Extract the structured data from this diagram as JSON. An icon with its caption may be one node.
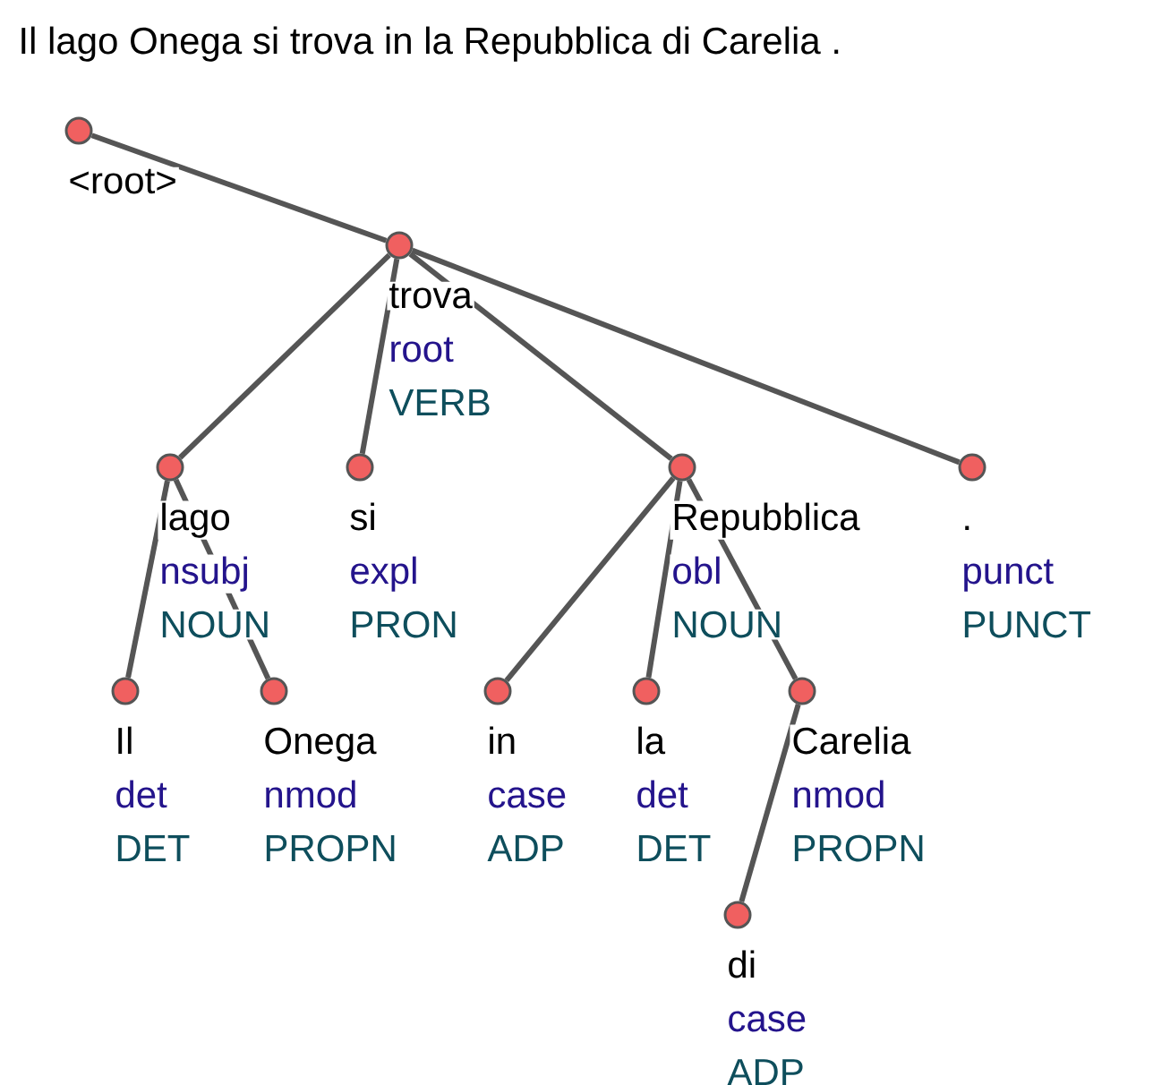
{
  "diagram": {
    "title": "Il lago Onega si trova in la Repubblica di Carelia .",
    "nodes": [
      {
        "text": [
          "<root>"
        ]
      },
      {
        "text": [
          "trova",
          "root",
          "VERB"
        ]
      },
      {
        "text": [
          "lago",
          "nsubj",
          "NOUN"
        ]
      },
      {
        "text": [
          "si",
          "expl",
          "PRON"
        ]
      },
      {
        "text": [
          "Repubblica",
          "obl",
          "NOUN"
        ]
      },
      {
        "text": [
          ".",
          "punct",
          "PUNCT"
        ]
      },
      {
        "text": [
          "Il",
          "det",
          "DET"
        ]
      },
      {
        "text": [
          "Onega",
          "nmod",
          "PROPN"
        ]
      },
      {
        "text": [
          "in",
          "case",
          "ADP"
        ]
      },
      {
        "text": [
          "la",
          "det",
          "DET"
        ]
      },
      {
        "text": [
          "Carelia",
          "nmod",
          "PROPN"
        ]
      },
      {
        "text": [
          "di",
          "case",
          "ADP"
        ]
      }
    ],
    "edges": [
      {
        "from": 0,
        "to": 1,
        "arrow": "none"
      },
      {
        "from": 1,
        "to": 2,
        "arrow": "none"
      },
      {
        "from": 1,
        "to": 3,
        "arrow": "none"
      },
      {
        "from": 1,
        "to": 4,
        "arrow": "none"
      },
      {
        "from": 1,
        "to": 5,
        "arrow": "none"
      },
      {
        "from": 2,
        "to": 6,
        "arrow": "none"
      },
      {
        "from": 2,
        "to": 7,
        "arrow": "none"
      },
      {
        "from": 4,
        "to": 8,
        "arrow": "none"
      },
      {
        "from": 4,
        "to": 9,
        "arrow": "none"
      },
      {
        "from": 4,
        "to": 10,
        "arrow": "none"
      },
      {
        "from": 10,
        "to": 11,
        "arrow": "none"
      }
    ]
  }
}
